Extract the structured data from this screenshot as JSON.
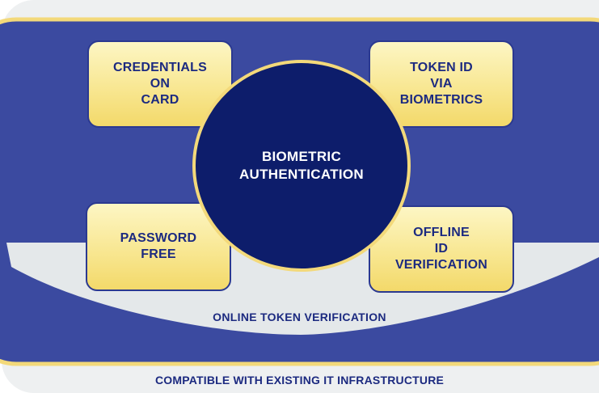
{
  "diagram": {
    "center": {
      "label": "BIOMETRIC\nAUTHENTICATION"
    },
    "boxes": [
      {
        "label": "CREDENTIALS\nON\nCARD"
      },
      {
        "label": "TOKEN ID\nVIA\nBIOMETRICS"
      },
      {
        "label": "PASSWORD\nFREE"
      },
      {
        "label": "OFFLINE\nID\nVERIFICATION"
      }
    ],
    "arc_label": "ONLINE TOKEN VERIFICATION",
    "bottom_label": "COMPATIBLE WITH EXISTING IT INFRASTRUCTURE"
  },
  "colors": {
    "outer_frame": "#eef0f1",
    "panel_blue": "#3b4aa0",
    "panel_border": "#f3d97a",
    "center_navy": "#0d1d6b",
    "box_yellow": "#f8e792",
    "arc_grey": "#e4e8ea",
    "text_navy": "#1c2a80"
  }
}
